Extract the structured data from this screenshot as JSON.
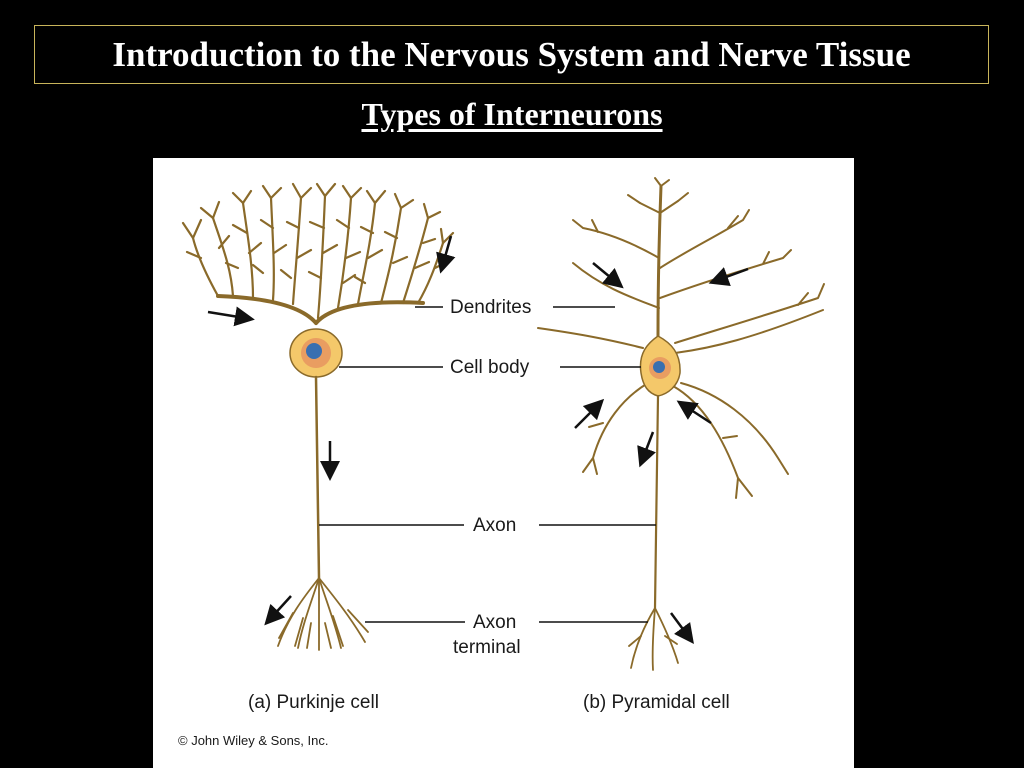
{
  "slide": {
    "title": "Introduction to the Nervous System and Nerve Tissue",
    "subtitle": "Types of Interneurons"
  },
  "figure": {
    "labels": {
      "dendrites": "Dendrites",
      "cell_body": "Cell body",
      "axon": "Axon",
      "axon_terminal_line1": "Axon",
      "axon_terminal_line2": "terminal"
    },
    "captions": {
      "a": "(a) Purkinje cell",
      "b": "(b) Pyramidal cell"
    },
    "copyright": "© John Wiley & Sons, Inc."
  },
  "colors": {
    "background": "#000000",
    "title_border": "#c8b45a",
    "neuron_fill": "#f4c86a",
    "neuron_outline": "#8a6a2a",
    "nucleus": "#3a6fb0"
  }
}
